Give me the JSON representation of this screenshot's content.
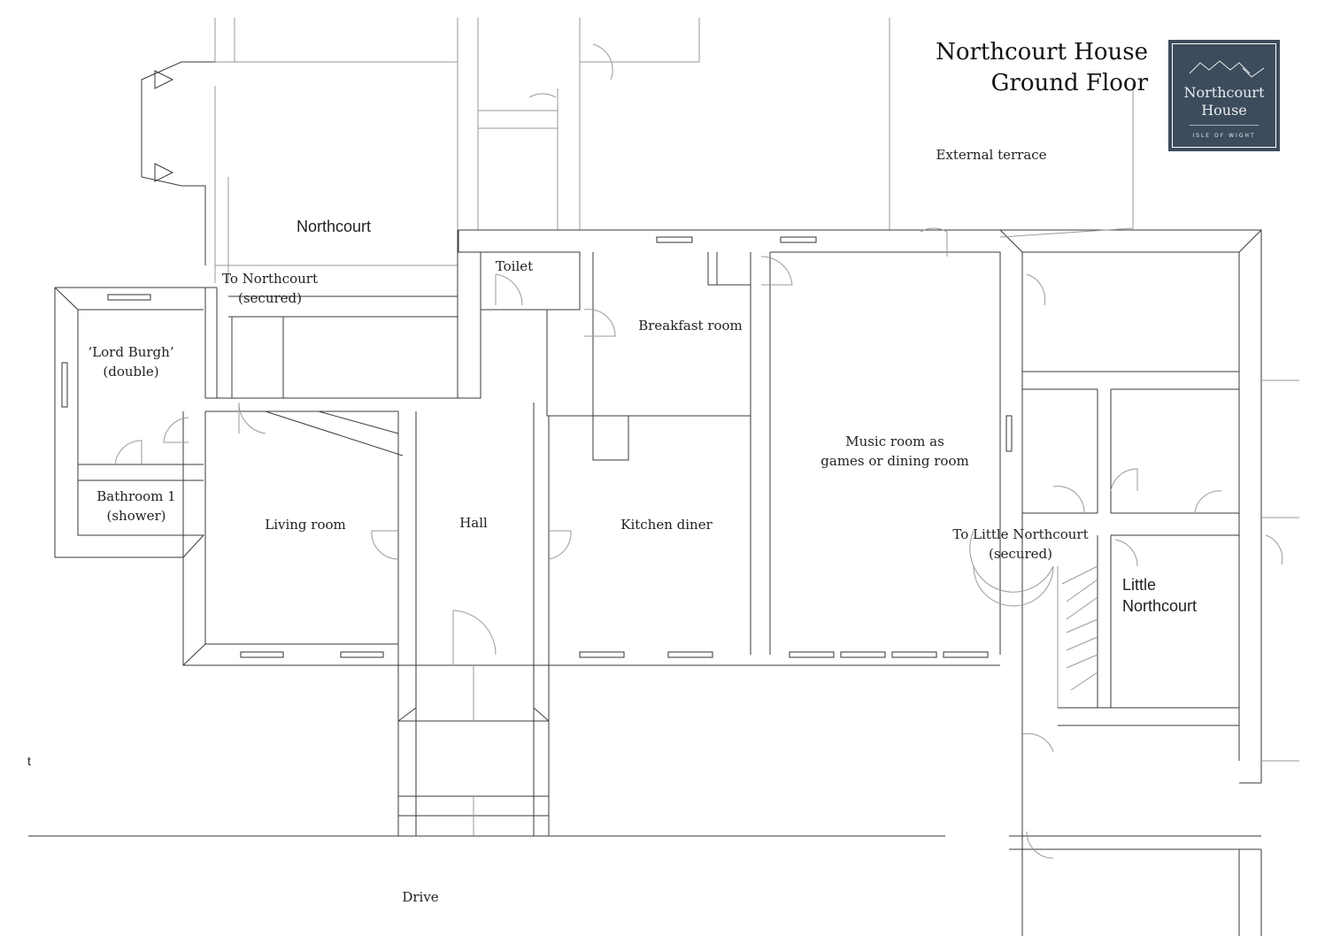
{
  "title": {
    "line1": "Northcourt House",
    "line2": "Ground Floor"
  },
  "logo": {
    "name_line1": "Northcourt",
    "name_line2": "House",
    "tagline": "ISLE OF WIGHT"
  },
  "rooms": {
    "northcourt": "Northcourt",
    "to_northcourt": "To Northcourt",
    "to_northcourt_note": "(secured)",
    "toilet": "Toilet",
    "breakfast_room": "Breakfast room",
    "external_terrace": "External terrace",
    "lord_burgh": "‘Lord Burgh’",
    "lord_burgh_note": "(double)",
    "bathroom": "Bathroom 1",
    "bathroom_note": "(shower)",
    "living_room": "Living room",
    "hall": "Hall",
    "kitchen_diner": "Kitchen diner",
    "music_room_line1": "Music room as",
    "music_room_line2": "games or dining room",
    "to_little_northcourt": "To Little Northcourt",
    "to_little_northcourt_note": "(secured)",
    "little_northcourt_line1": "Little",
    "little_northcourt_line2": "Northcourt",
    "drive": "Drive",
    "edge_fragment": "t"
  }
}
